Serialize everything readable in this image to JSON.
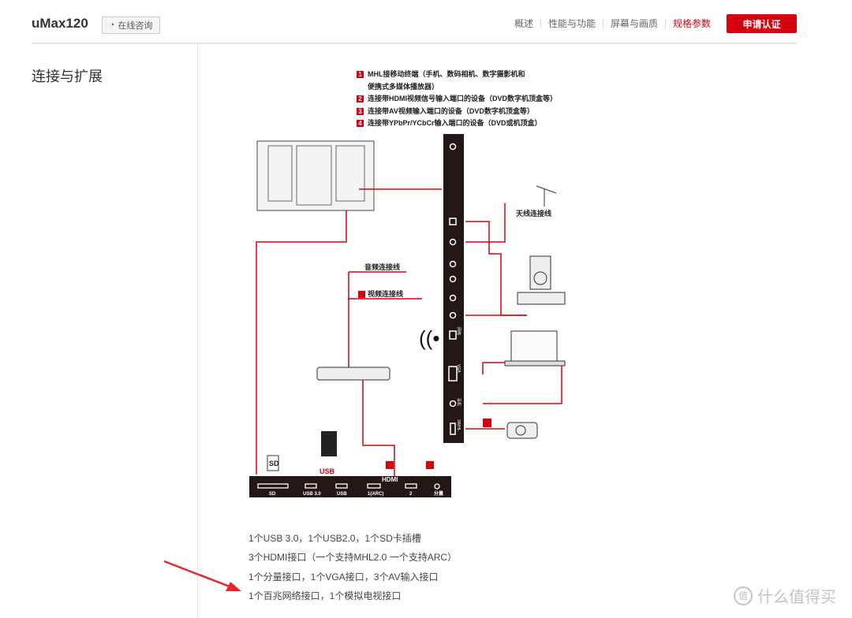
{
  "header": {
    "brand": "uMax120",
    "consult_label": "在线咨询",
    "nav": [
      "概述",
      "性能与功能",
      "屏幕与画质",
      "规格参数"
    ],
    "active_nav": "规格参数",
    "apply_label": "申请认证"
  },
  "section": {
    "title": "连接与扩展"
  },
  "legend": [
    {
      "num": "1",
      "text": "MHL接移动终端（手机、数码相机、数字摄影机和",
      "text2": "便携式多媒体播放器）"
    },
    {
      "num": "2",
      "text": "连接带HDMI视频信号输入端口的设备（DVD数字机顶盒等）"
    },
    {
      "num": "3",
      "text": "连接带AV视频输入端口的设备（DVD数字机顶盒等）"
    },
    {
      "num": "4",
      "text": "连接带YPbPr/YCbCr输入端口的设备（DVD或机顶盒）"
    }
  ],
  "diagram": {
    "audio_cable": "音频连接线",
    "video_cable": "视频连接线",
    "antenna_cable": "天线连接线",
    "usb": "USB",
    "hdmi": "HDMI",
    "ports": [
      "SD",
      "USB 3.0",
      "USB",
      "1(ARC)",
      "2",
      "分量"
    ],
    "side_ports": [
      "耳机",
      "VGA",
      "网络",
      "3/MHL"
    ],
    "sd_card": "SD",
    "accent": "#d7000f"
  },
  "specs": [
    "1个USB 3.0，1个USB2.0，1个SD卡插槽",
    "3个HDMI接口（一个支持MHL2.0 一个支持ARC）",
    "1个分量接口，1个VGA接口，3个AV输入接口",
    "1个百兆网络接口，1个模拟电视接口"
  ],
  "watermark": "什么值得买"
}
